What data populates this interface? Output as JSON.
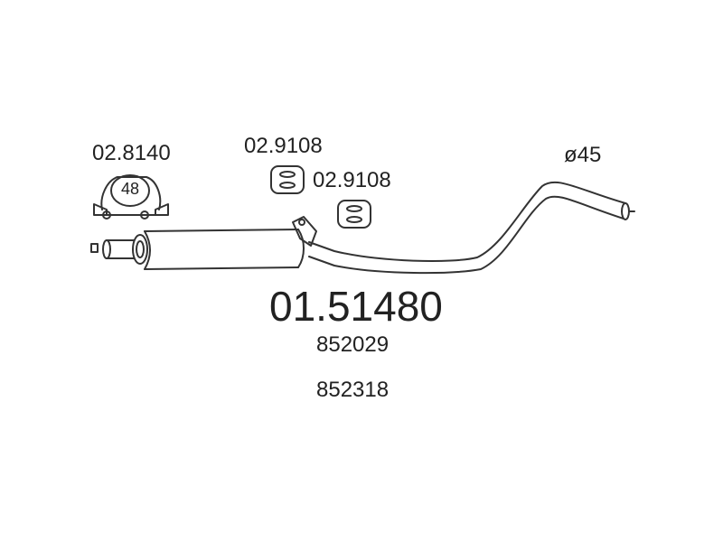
{
  "accessories": {
    "clamp": {
      "part_number": "02.8140",
      "size": "48"
    },
    "hanger_1": {
      "part_number": "02.9108"
    },
    "hanger_2": {
      "part_number": "02.9108"
    }
  },
  "pipe": {
    "diameter": "ø45"
  },
  "main_part_number": "01.51480",
  "oe_numbers": [
    "852029",
    "852318"
  ]
}
